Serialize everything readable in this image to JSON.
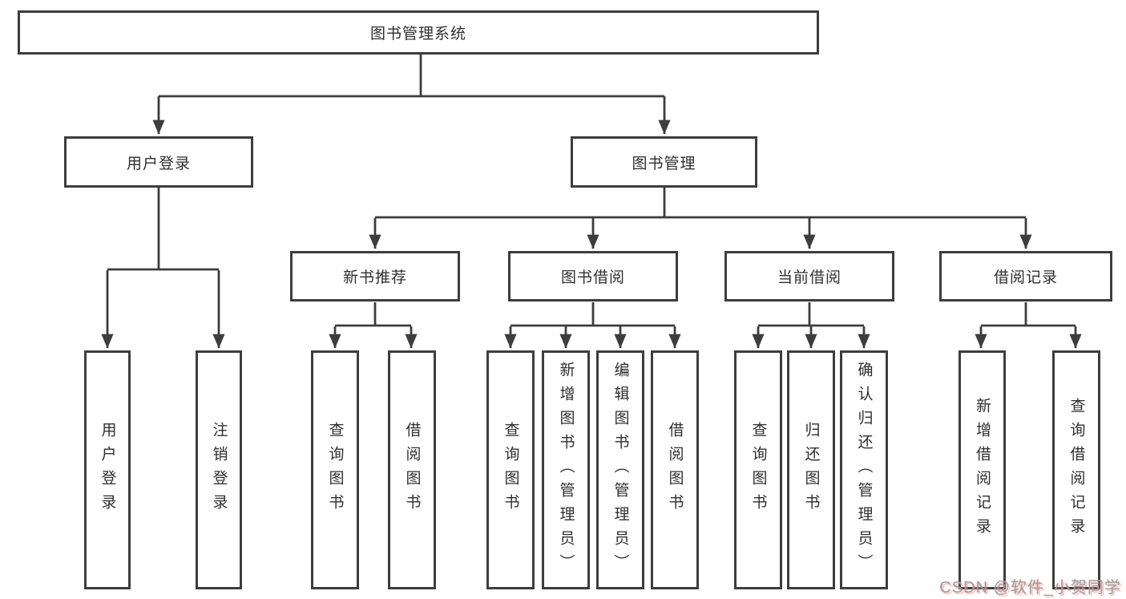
{
  "tree": {
    "label": "图书管理系统",
    "children": [
      {
        "label": "用户登录",
        "children": [
          {
            "label": "用户登录"
          },
          {
            "label": "注销登录"
          }
        ]
      },
      {
        "label": "图书管理",
        "children": [
          {
            "label": "新书推荐",
            "children": [
              {
                "label": "查询图书"
              },
              {
                "label": "借阅图书"
              }
            ]
          },
          {
            "label": "图书借阅",
            "children": [
              {
                "label": "查询图书"
              },
              {
                "label": "新增图书（管理员）"
              },
              {
                "label": "编辑图书（管理员）"
              },
              {
                "label": "借阅图书"
              }
            ]
          },
          {
            "label": "当前借阅",
            "children": [
              {
                "label": "查询图书"
              },
              {
                "label": "归还图书"
              },
              {
                "label": "确认归还（管理员）"
              }
            ]
          },
          {
            "label": "借阅记录",
            "children": [
              {
                "label": "新增借阅记录"
              },
              {
                "label": "查询借阅记录"
              }
            ]
          }
        ]
      }
    ]
  },
  "watermark": {
    "text": "CSDN @软件_小贺同学"
  },
  "colors": {
    "line": "#3d3d3d",
    "box_border": "#3d3d3d",
    "text": "#2f2f2f",
    "background": "#ffffff",
    "watermark_gray": "#9e9e9e",
    "watermark_pink": "#f2a0a0"
  }
}
